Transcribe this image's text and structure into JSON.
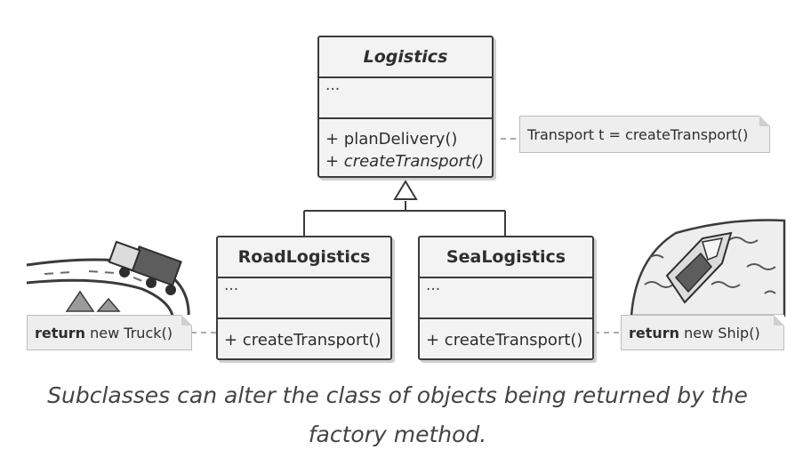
{
  "logistics": {
    "name": "Logistics",
    "attributes": "...",
    "method_plan": "+ planDelivery()",
    "method_create": "+ createTransport()"
  },
  "road_logistics": {
    "name": "RoadLogistics",
    "attributes": "...",
    "method_create": "+ createTransport()"
  },
  "sea_logistics": {
    "name": "SeaLogistics",
    "attributes": "...",
    "method_create": "+ createTransport()"
  },
  "notes": {
    "plan": "Transport t = createTransport()",
    "road_keyword": "return",
    "road_rest": " new Truck()",
    "sea_keyword": "return",
    "sea_rest": " new Ship()"
  },
  "caption": {
    "line1": "Subclasses can alter the class of objects being returned by the",
    "line2": "factory method."
  },
  "icons": [
    "truck-on-road-icon",
    "ship-on-waves-icon"
  ]
}
